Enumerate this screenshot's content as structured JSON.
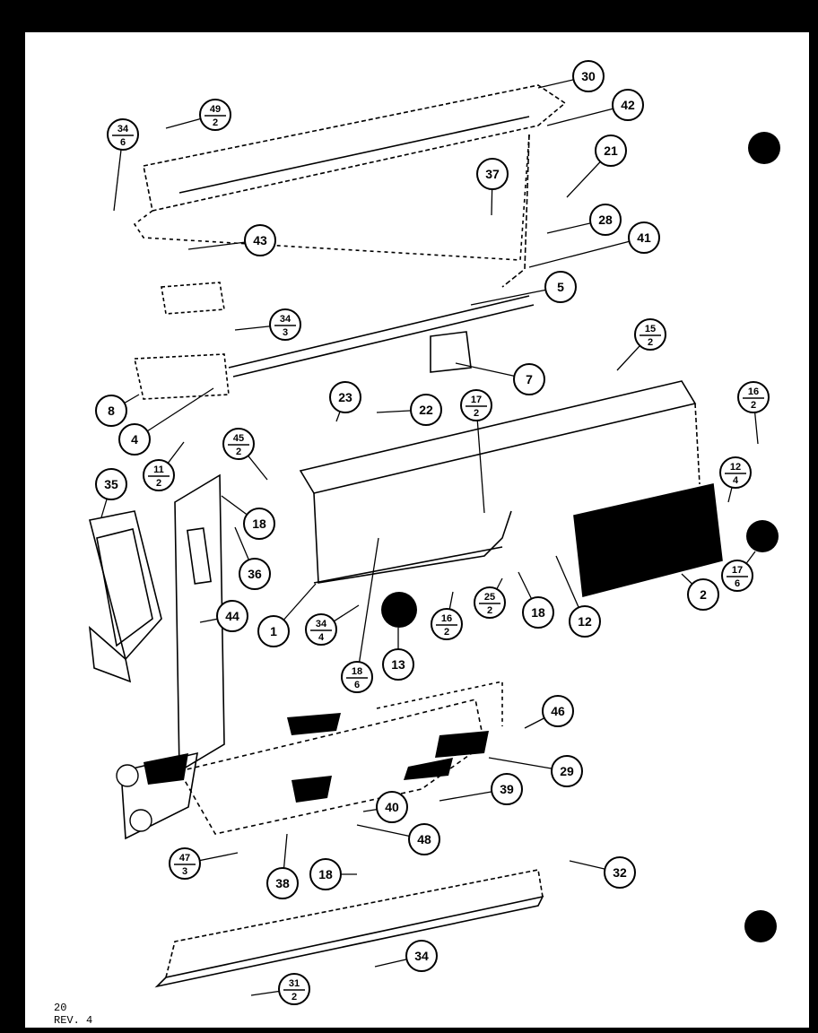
{
  "page": {
    "page_number": "20",
    "revision": "REV. 4"
  },
  "callouts": [
    {
      "num": "30"
    },
    {
      "num": "42"
    },
    {
      "num": "49",
      "den": "2"
    },
    {
      "num": "34",
      "den": "6"
    },
    {
      "num": "21"
    },
    {
      "num": "37"
    },
    {
      "num": "28"
    },
    {
      "num": "43"
    },
    {
      "num": "41"
    },
    {
      "num": "5"
    },
    {
      "num": "34",
      "den": "3"
    },
    {
      "num": "15",
      "den": "2"
    },
    {
      "num": "7"
    },
    {
      "num": "23"
    },
    {
      "num": "22"
    },
    {
      "num": "8"
    },
    {
      "num": "4"
    },
    {
      "num": "17",
      "den": "2"
    },
    {
      "num": "16",
      "den": "2"
    },
    {
      "num": "45",
      "den": "2"
    },
    {
      "num": "11",
      "den": "2"
    },
    {
      "num": "12",
      "den": "4"
    },
    {
      "num": "35"
    },
    {
      "num": "18"
    },
    {
      "num": "36"
    },
    {
      "num": "17",
      "den": "6"
    },
    {
      "num": "2"
    },
    {
      "num": "44"
    },
    {
      "num": "1"
    },
    {
      "num": "34",
      "den": "4"
    },
    {
      "num": "16",
      "den": "2"
    },
    {
      "num": "25",
      "den": "2"
    },
    {
      "num": "18"
    },
    {
      "num": "12"
    },
    {
      "num": "13"
    },
    {
      "num": "18",
      "den": "6"
    },
    {
      "num": "46"
    },
    {
      "num": "29"
    },
    {
      "num": "39"
    },
    {
      "num": "40"
    },
    {
      "num": "48"
    },
    {
      "num": "47",
      "den": "3"
    },
    {
      "num": "38"
    },
    {
      "num": "18"
    },
    {
      "num": "32"
    },
    {
      "num": "34"
    },
    {
      "num": "31",
      "den": "2"
    }
  ]
}
